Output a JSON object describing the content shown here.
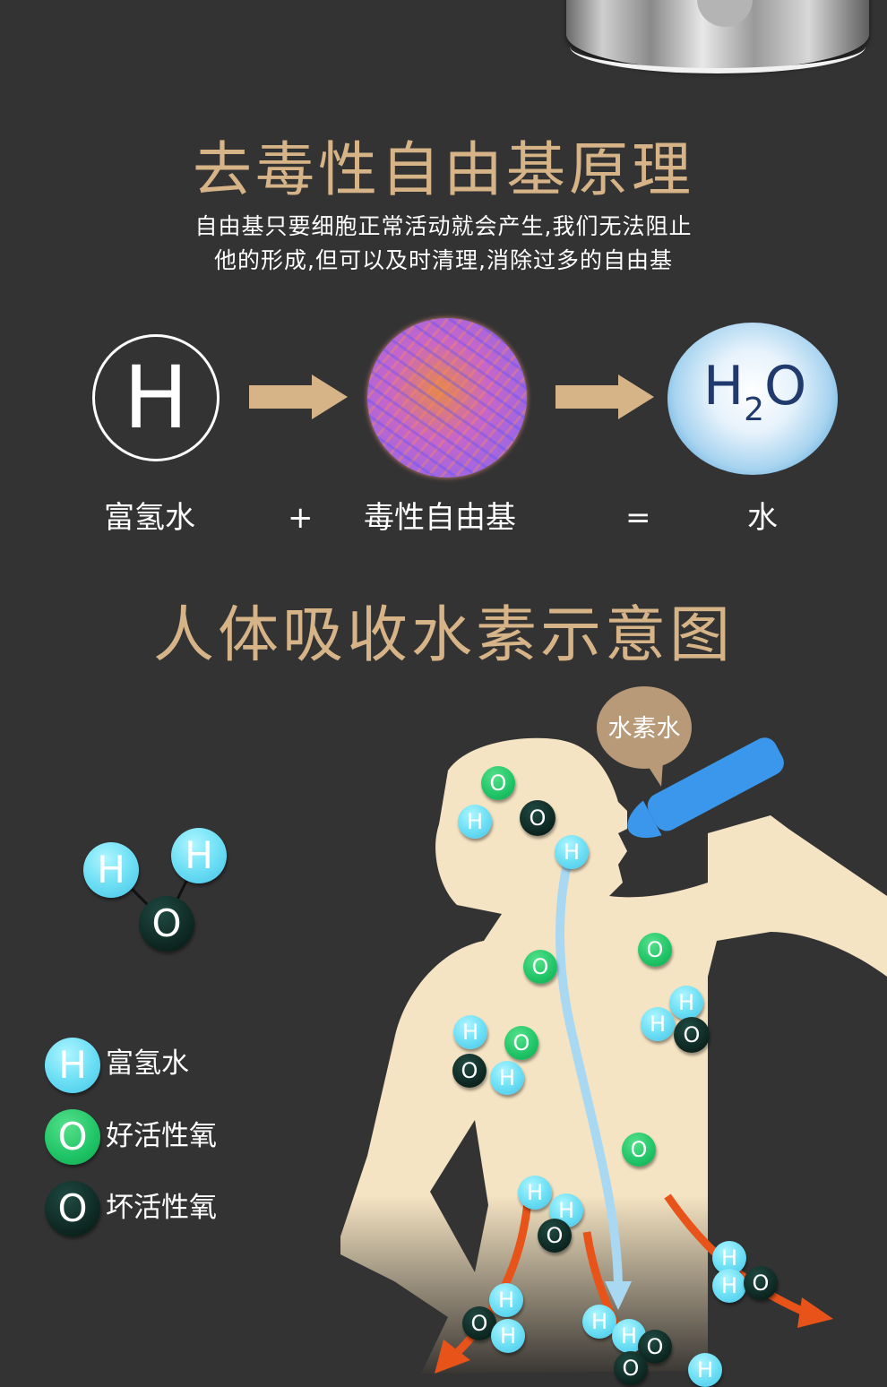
{
  "section1": {
    "title": "去毒性自由基原理",
    "subtitle_line1": "自由基只要细胞正常活动就会产生,我们无法阻止",
    "subtitle_line2": "他的形成,但可以及时清理,消除过多的自由基",
    "h_symbol": "H",
    "h2o_h": "H",
    "h2o_sub": "2",
    "h2o_o": "O",
    "equation": {
      "term1": "富氢水",
      "plus": "+",
      "term2": "毒性自由基",
      "equals": "=",
      "result": "水"
    },
    "arrow_color": "#d7b487"
  },
  "section2": {
    "title": "人体吸收水素示意图",
    "speech_bubble": "水素水",
    "molecule": {
      "h1": "H",
      "h2": "H",
      "o": "O"
    },
    "legend": [
      {
        "symbol": "H",
        "label": "富氢水",
        "color": "#6fe0f5"
      },
      {
        "symbol": "O",
        "label": "好活性氧",
        "color": "#1fc466"
      },
      {
        "symbol": "O",
        "label": "坏活性氧",
        "color": "#0f2a24"
      }
    ],
    "body_color": "#f5e4c3",
    "flow_color": "#a9d8f2",
    "expel_arrow_color": "#e8531a"
  },
  "colors": {
    "background": "#333333",
    "title": "#d7b487",
    "text": "#ffffff"
  }
}
